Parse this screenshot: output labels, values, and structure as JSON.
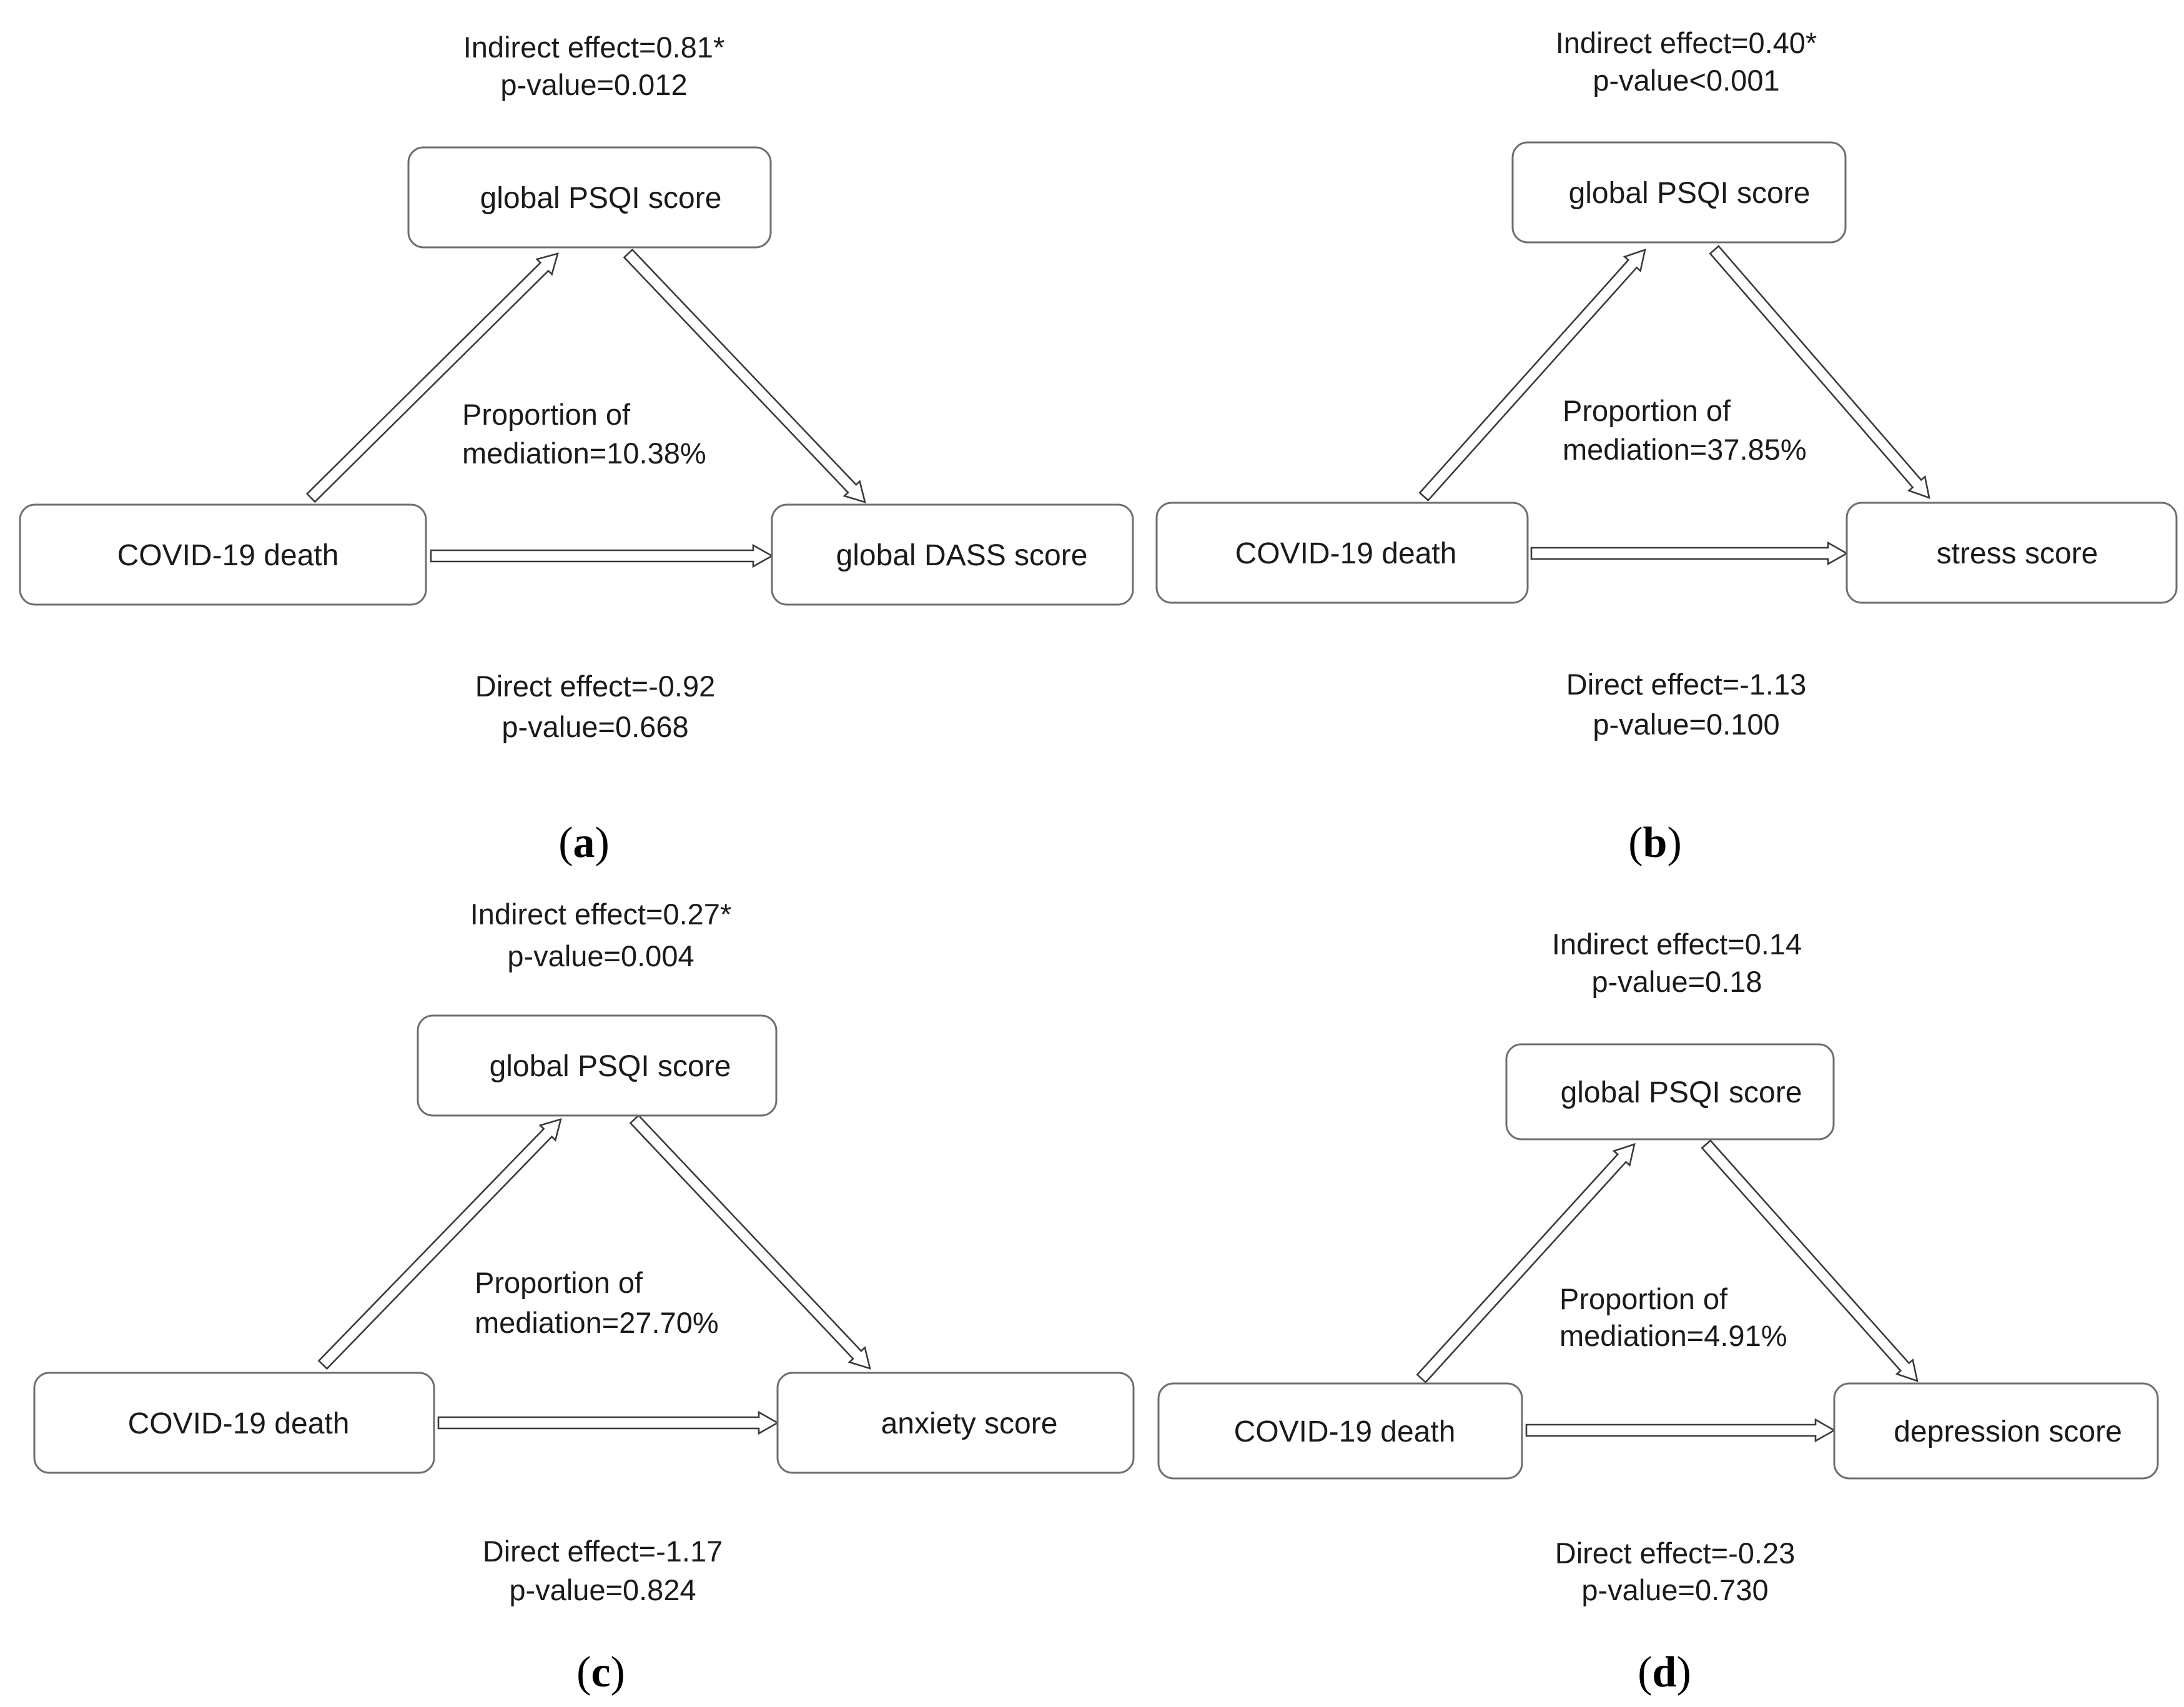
{
  "panels": [
    {
      "id": "a",
      "panel_label": "(a)",
      "mediator": "global PSQI score",
      "exposure": "COVID-19 death",
      "outcome": "global DASS score",
      "indirect_effect": "Indirect effect=0.81*",
      "indirect_p": "p-value=0.012",
      "proportion_line1": "Proportion of",
      "proportion_line2": "mediation=10.38%",
      "direct_effect": "Direct effect=-0.92",
      "direct_p": "p-value=0.668"
    },
    {
      "id": "b",
      "panel_label": "(b)",
      "mediator": "global PSQI score",
      "exposure": "COVID-19 death",
      "outcome": "stress score",
      "indirect_effect": "Indirect effect=0.40*",
      "indirect_p": "p-value<0.001",
      "proportion_line1": "Proportion of",
      "proportion_line2": "mediation=37.85%",
      "direct_effect": "Direct effect=-1.13",
      "direct_p": "p-value=0.100"
    },
    {
      "id": "c",
      "panel_label": "(c)",
      "mediator": "global PSQI score",
      "exposure": "COVID-19 death",
      "outcome": "anxiety score",
      "indirect_effect": "Indirect effect=0.27*",
      "indirect_p": "p-value=0.004",
      "proportion_line1": "Proportion of",
      "proportion_line2": "mediation=27.70%",
      "direct_effect": "Direct effect=-1.17",
      "direct_p": "p-value=0.824"
    },
    {
      "id": "d",
      "panel_label": "(d)",
      "mediator": "global PSQI score",
      "exposure": "COVID-19 death",
      "outcome": "depression score",
      "indirect_effect": "Indirect effect=0.14",
      "indirect_p": "p-value=0.18",
      "proportion_line1": "Proportion of",
      "proportion_line2": "mediation=4.91%",
      "direct_effect": "Direct effect=-0.23",
      "direct_p": "p-value=0.730"
    }
  ]
}
